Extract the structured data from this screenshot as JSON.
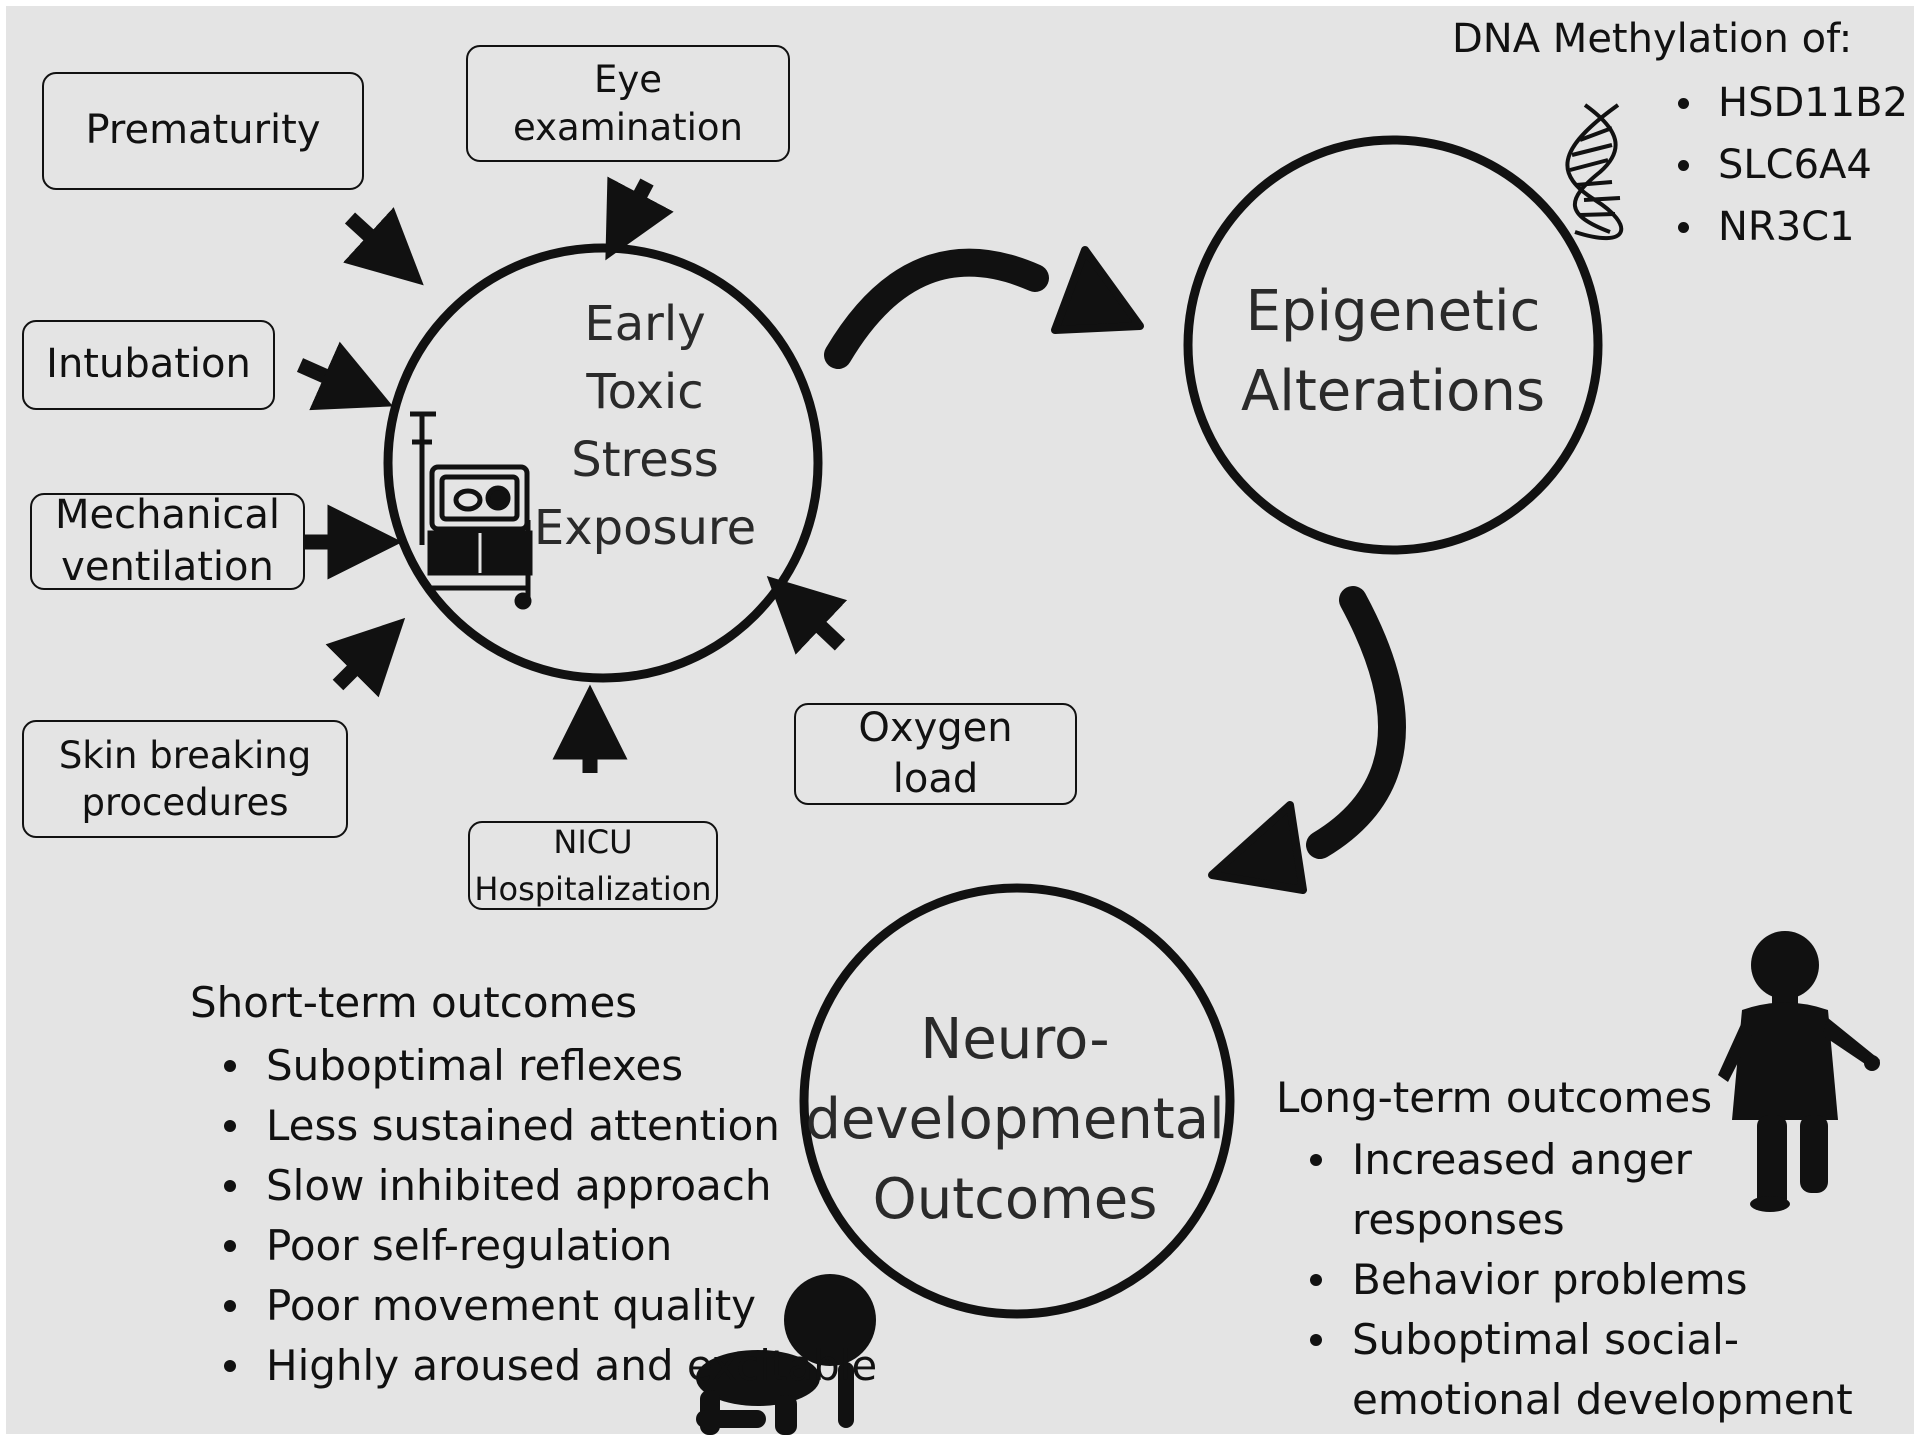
{
  "stressors": {
    "prematurity": "Prematurity",
    "eye_examination": "Eye\nexamination",
    "intubation": "Intubation",
    "mechanical_ventilation": "Mechanical\nventilation",
    "skin_breaking": "Skin breaking\nprocedures",
    "nicu": "NICU\nHospitalization",
    "oxygen_load": "Oxygen\nload"
  },
  "circles": {
    "stress": "Early\nToxic\nStress\nExposure",
    "epigenetic": "Epigenetic\nAlterations",
    "neuro": "Neuro-\ndevelopmental\nOutcomes"
  },
  "dna": {
    "title": "DNA Methylation of:",
    "genes": [
      "HSD11B2",
      "SLC6A4",
      "NR3C1"
    ]
  },
  "short_term": {
    "title": "Short-term outcomes",
    "items": [
      "Suboptimal reflexes",
      "Less sustained attention",
      "Slow inhibited approach",
      "Poor self-regulation",
      "Poor movement quality",
      "Highly aroused and excitable"
    ]
  },
  "long_term": {
    "title": "Long-term outcomes",
    "items": [
      "Increased anger responses",
      "Behavior problems",
      "Suboptimal social-emotional development"
    ]
  },
  "icons": [
    "incubator-icon",
    "dna-icon",
    "crawling-baby-icon",
    "walking-toddler-icon"
  ],
  "colors": {
    "background": "#e4e4e4",
    "ink": "#111111"
  }
}
